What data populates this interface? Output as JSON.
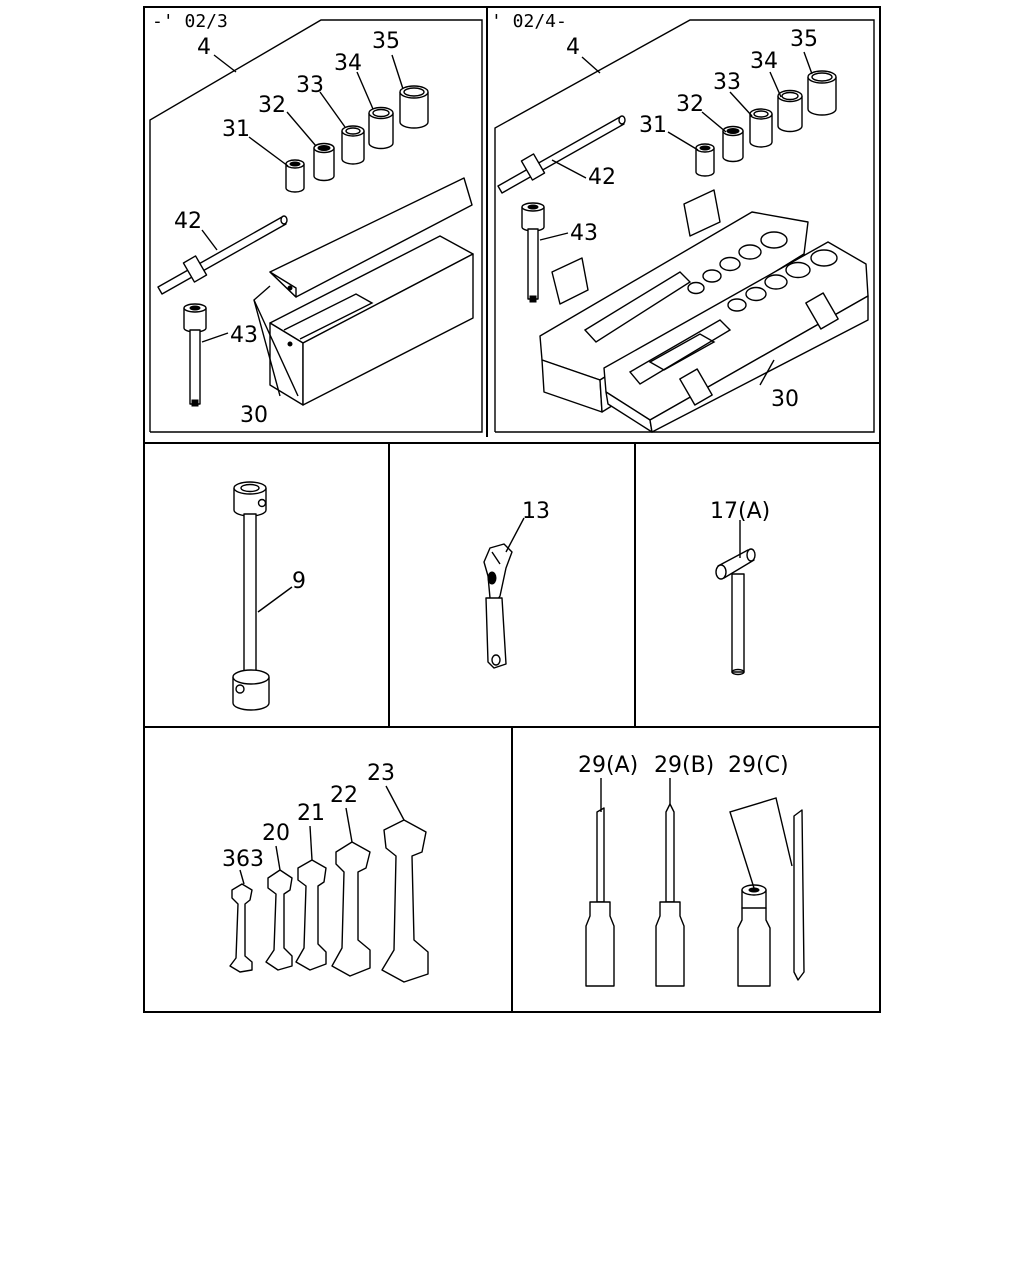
{
  "panels": {
    "top_left": {
      "era": "-' 02/3"
    },
    "top_right": {
      "era": "' 02/4-"
    }
  },
  "labels": {
    "tl_4": "4",
    "tl_31": "31",
    "tl_32": "32",
    "tl_33": "33",
    "tl_34": "34",
    "tl_35": "35",
    "tl_42": "42",
    "tl_43": "43",
    "tl_30": "30",
    "tr_4": "4",
    "tr_31": "31",
    "tr_32": "32",
    "tr_33": "33",
    "tr_34": "34",
    "tr_35": "35",
    "tr_42": "42",
    "tr_43": "43",
    "tr_30": "30",
    "p9": "9",
    "p13": "13",
    "p17a": "17(A)",
    "p363": "363",
    "p20": "20",
    "p21": "21",
    "p22": "22",
    "p23": "23",
    "p29a": "29(A)",
    "p29b": "29(B)",
    "p29c": "29(C)"
  }
}
